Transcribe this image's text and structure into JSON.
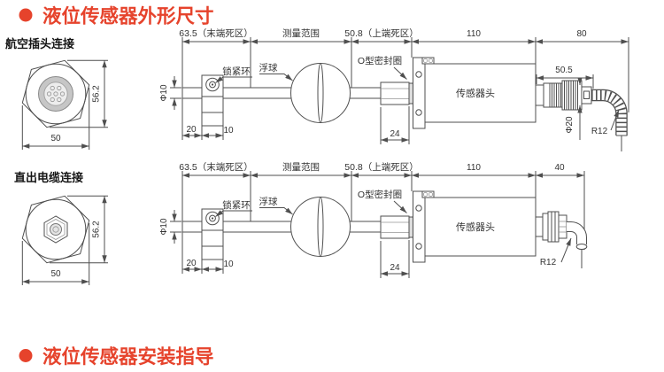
{
  "titles": {
    "dimensions_title": "液位传感器外形尺寸",
    "installation_title": "液位传感器安装指导"
  },
  "top_drawing": {
    "name": "航空插头连接",
    "dims": {
      "dead_zone_end": "63.5（末端死区）",
      "measure_range": "测量范围",
      "dead_zone_top": "50.8（上端死区）",
      "head_length": "110",
      "tail_length": "80",
      "plug_length": "50.5",
      "plug_diameter": "Φ20",
      "bend_radius": "R12",
      "rod_diameter": "Φ10",
      "rod_offset": "20",
      "ring_width": "10",
      "nut_width": "24",
      "hex_height": "56.2",
      "hex_width": "50"
    },
    "labels": {
      "lock_ring": "锁紧环",
      "float_ball": "浮球",
      "o_ring": "O型密封圈",
      "sensor_head": "传感器头"
    }
  },
  "bottom_drawing": {
    "name": "直出电缆连接",
    "dims": {
      "dead_zone_end": "63.5（末端死区）",
      "measure_range": "测量范围",
      "dead_zone_top": "50.8（上端死区）",
      "head_length": "110",
      "tail_length": "40",
      "bend_radius": "R12",
      "rod_diameter": "Φ10",
      "rod_offset": "20",
      "ring_width": "10",
      "nut_width": "24",
      "hex_height": "56.2",
      "hex_width": "50"
    },
    "labels": {
      "lock_ring": "锁紧环",
      "float_ball": "浮球",
      "o_ring": "O型密封圈",
      "sensor_head": "传感器头"
    }
  }
}
